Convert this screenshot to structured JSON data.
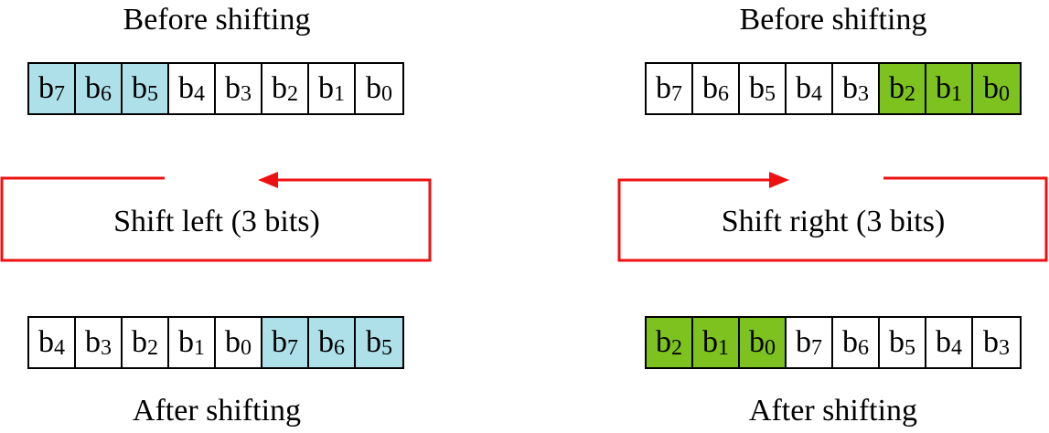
{
  "colors": {
    "left_highlight": "#aee0ea",
    "right_highlight": "#7dc21e",
    "arrow": "#ee1111"
  },
  "left": {
    "before_label": "Before shifting",
    "after_label": "After shifting",
    "shift_label": "Shift left (3 bits)",
    "before": [
      {
        "b": "b",
        "i": "7",
        "hl": true
      },
      {
        "b": "b",
        "i": "6",
        "hl": true
      },
      {
        "b": "b",
        "i": "5",
        "hl": true
      },
      {
        "b": "b",
        "i": "4",
        "hl": false
      },
      {
        "b": "b",
        "i": "3",
        "hl": false
      },
      {
        "b": "b",
        "i": "2",
        "hl": false
      },
      {
        "b": "b",
        "i": "1",
        "hl": false
      },
      {
        "b": "b",
        "i": "0",
        "hl": false
      }
    ],
    "after": [
      {
        "b": "b",
        "i": "4",
        "hl": false
      },
      {
        "b": "b",
        "i": "3",
        "hl": false
      },
      {
        "b": "b",
        "i": "2",
        "hl": false
      },
      {
        "b": "b",
        "i": "1",
        "hl": false
      },
      {
        "b": "b",
        "i": "0",
        "hl": false
      },
      {
        "b": "b",
        "i": "7",
        "hl": true
      },
      {
        "b": "b",
        "i": "6",
        "hl": true
      },
      {
        "b": "b",
        "i": "5",
        "hl": true
      }
    ]
  },
  "right": {
    "before_label": "Before shifting",
    "after_label": "After shifting",
    "shift_label": "Shift right (3 bits)",
    "before": [
      {
        "b": "b",
        "i": "7",
        "hl": false
      },
      {
        "b": "b",
        "i": "6",
        "hl": false
      },
      {
        "b": "b",
        "i": "5",
        "hl": false
      },
      {
        "b": "b",
        "i": "4",
        "hl": false
      },
      {
        "b": "b",
        "i": "3",
        "hl": false
      },
      {
        "b": "b",
        "i": "2",
        "hl": true
      },
      {
        "b": "b",
        "i": "1",
        "hl": true
      },
      {
        "b": "b",
        "i": "0",
        "hl": true
      }
    ],
    "after": [
      {
        "b": "b",
        "i": "2",
        "hl": true
      },
      {
        "b": "b",
        "i": "1",
        "hl": true
      },
      {
        "b": "b",
        "i": "0",
        "hl": true
      },
      {
        "b": "b",
        "i": "7",
        "hl": false
      },
      {
        "b": "b",
        "i": "6",
        "hl": false
      },
      {
        "b": "b",
        "i": "5",
        "hl": false
      },
      {
        "b": "b",
        "i": "4",
        "hl": false
      },
      {
        "b": "b",
        "i": "3",
        "hl": false
      }
    ]
  }
}
